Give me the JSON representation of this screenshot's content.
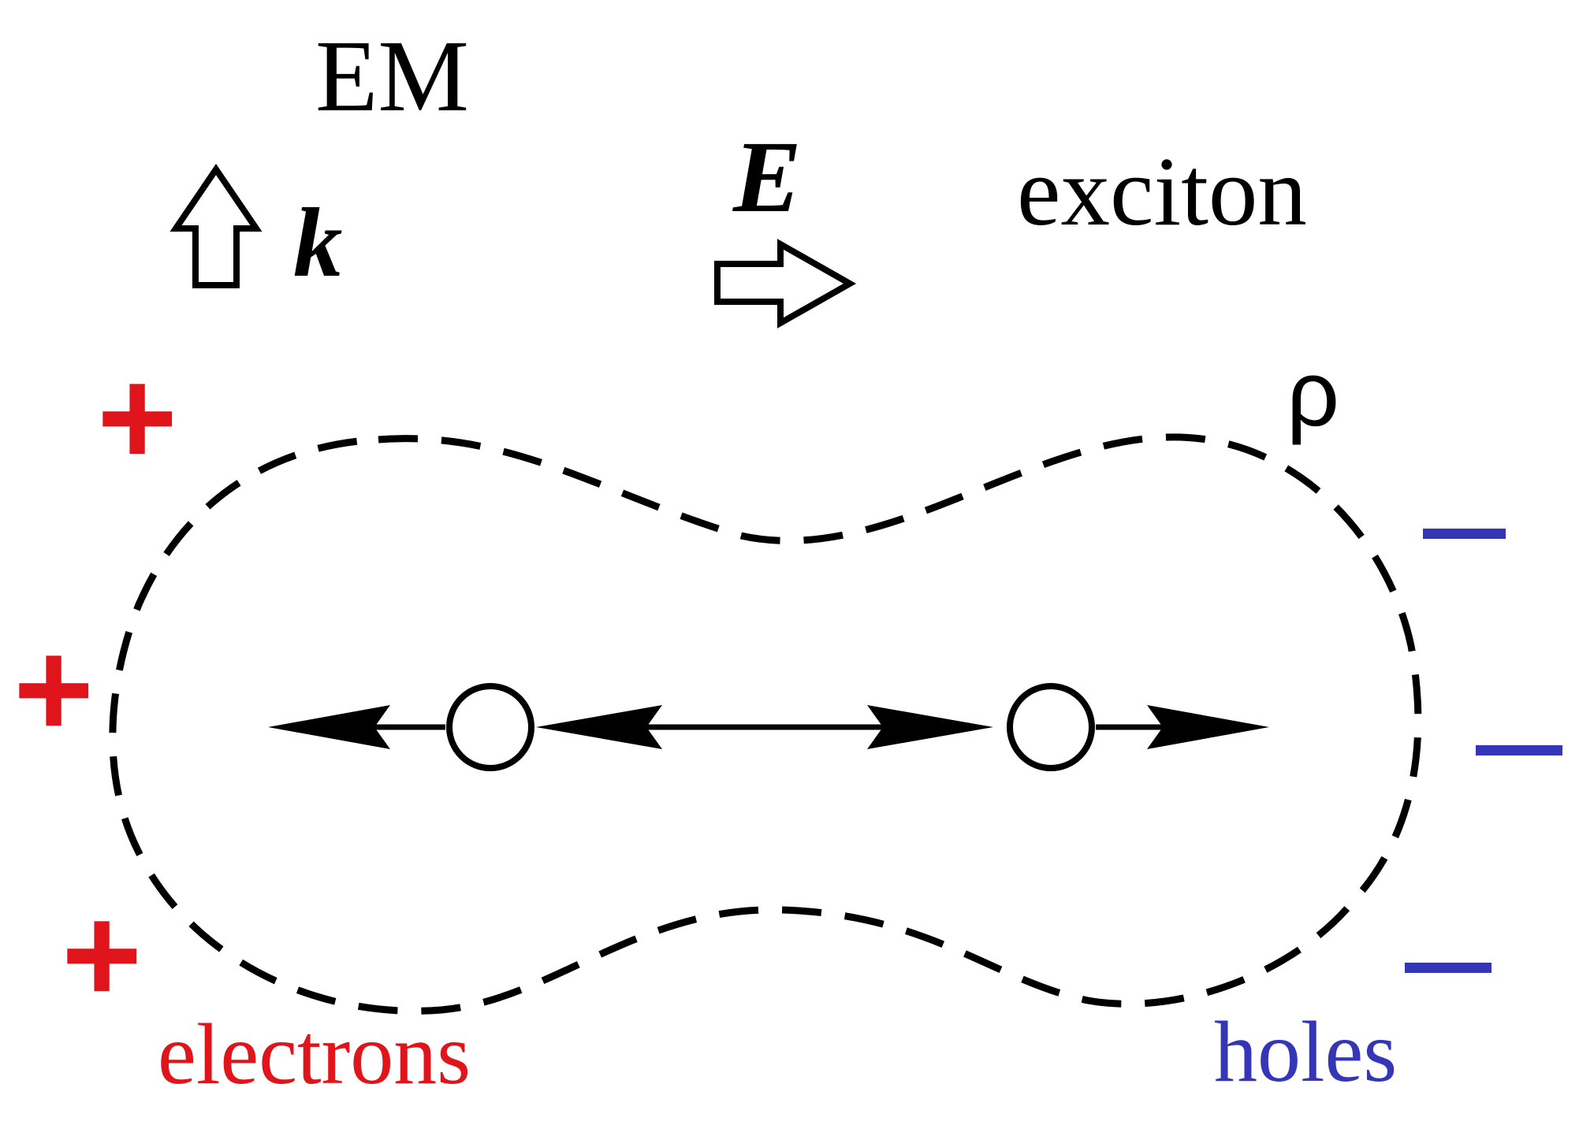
{
  "labels": {
    "em": "EM",
    "k": "k",
    "e_field": "E",
    "exciton": "exciton",
    "rho": "ρ",
    "electrons": "electrons",
    "holes": "holes",
    "plus": "+",
    "minus": "−"
  },
  "colors": {
    "ink": "#000000",
    "electrons": "#e0141b",
    "holes": "#3535b8",
    "background": "#ffffff"
  },
  "icons": {
    "k_arrow": "hollow-up-arrow-icon",
    "e_arrow": "hollow-right-arrow-icon"
  }
}
